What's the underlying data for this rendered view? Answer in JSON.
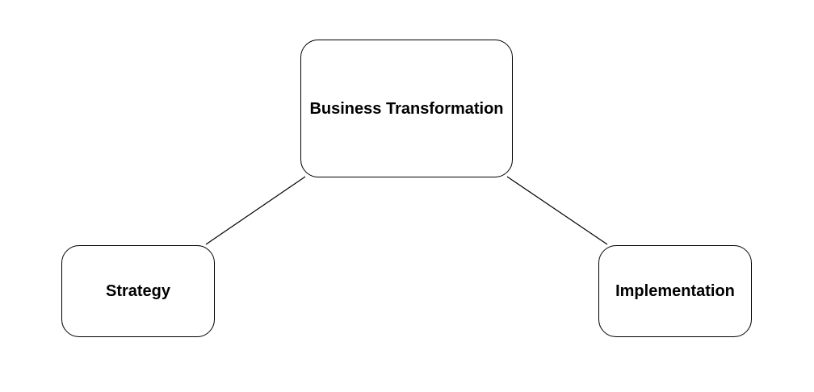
{
  "diagram": {
    "nodes": {
      "root": {
        "label": "Business Transformation"
      },
      "left": {
        "label": "Strategy"
      },
      "right": {
        "label": "Implementation"
      }
    },
    "edges": [
      {
        "from": "root",
        "to": "left"
      },
      {
        "from": "root",
        "to": "right"
      }
    ],
    "colors": {
      "stroke": "#000000",
      "fill": "#ffffff",
      "text": "#000000"
    }
  }
}
